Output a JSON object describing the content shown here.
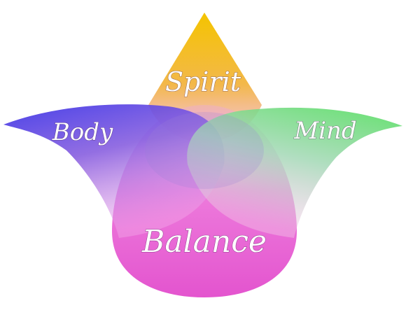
{
  "diagram": {
    "labels": {
      "spirit": "Spirit",
      "body": "Body",
      "mind": "Mind",
      "balance": "Balance"
    },
    "colors": {
      "spirit": "#f2c21a",
      "body": "#3d3fe0",
      "mind": "#5fe06a",
      "balance": "#e85fd4",
      "label_text": "#ffffff"
    }
  }
}
